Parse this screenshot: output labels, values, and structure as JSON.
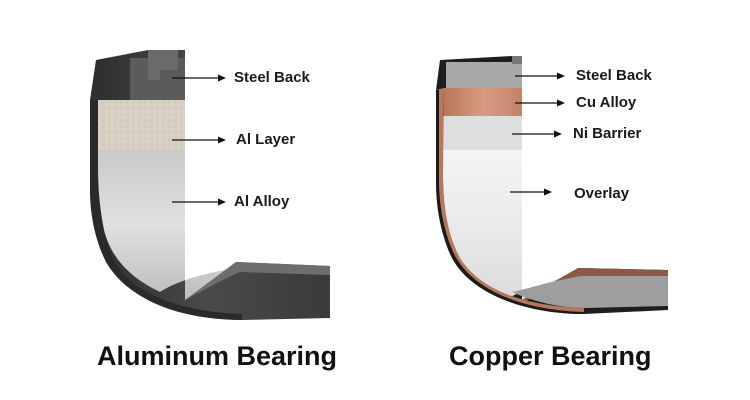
{
  "diagrams": [
    {
      "caption": "Aluminum Bearing",
      "layers": [
        {
          "label": "Steel Back"
        },
        {
          "label": "Al Layer"
        },
        {
          "label": "Al Alloy"
        }
      ]
    },
    {
      "caption": "Copper Bearing",
      "layers": [
        {
          "label": "Steel Back"
        },
        {
          "label": "Cu Alloy"
        },
        {
          "label": "Ni Barrier"
        },
        {
          "label": "Overlay"
        }
      ]
    }
  ],
  "colors": {
    "steel_dark": "#3c3c3c",
    "al_layer": "#d9d2c6",
    "al_alloy": "#d2d2d2",
    "cu_alloy": "#c8876d",
    "ni_barrier": "#e2e2e2",
    "overlay": "#eeeeee"
  }
}
